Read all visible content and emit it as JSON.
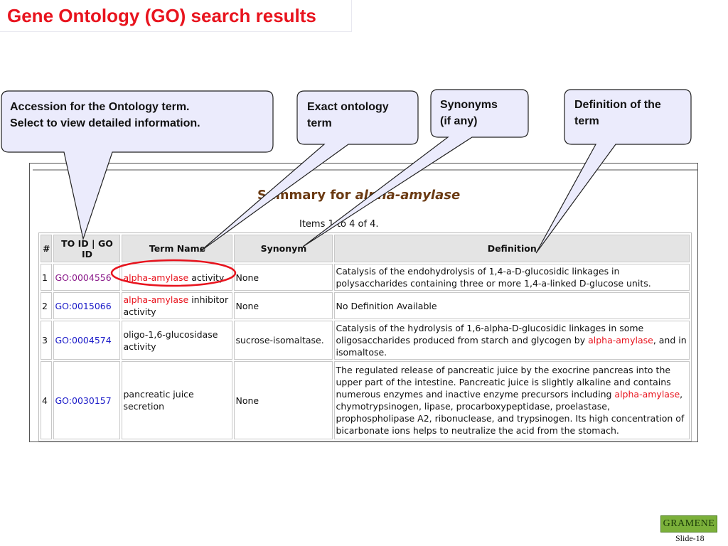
{
  "slide": {
    "title": "Gene Ontology (GO) search results",
    "slide_number": "Slide-18",
    "logo_text": "GRAMENE"
  },
  "summary": {
    "title_prefix": "Summary for ",
    "title_term": "alpha-amylase",
    "items_count": "Items 1 to 4 of 4."
  },
  "table": {
    "headers": [
      "#",
      "TO ID | GO ID",
      "Term Name",
      "Synonym",
      "Definition"
    ],
    "rows": [
      {
        "num": "1",
        "go_id": "GO:0004556",
        "term_hl": "alpha-amylase",
        "term_rest": " activity",
        "synonym": "None",
        "def_a": "Catalysis of the endohydrolysis of 1,4-a-D-glucosidic linkages in polysaccharides containing three or more 1,4-a-linked D-glucose units.",
        "def_hl": "",
        "def_b": ""
      },
      {
        "num": "2",
        "go_id": "GO:0015066",
        "term_hl": "alpha-amylase",
        "term_rest": " inhibitor activity",
        "synonym": "None",
        "def_a": "No Definition Available",
        "def_hl": "",
        "def_b": ""
      },
      {
        "num": "3",
        "go_id": "GO:0004574",
        "term_hl": "",
        "term_rest": "oligo-1,6-glucosidase activity",
        "synonym": "sucrose-isomaltase.",
        "def_a": "Catalysis of the hydrolysis of 1,6-alpha-D-glucosidic linkages in some oligosaccharides produced from starch and glycogen by ",
        "def_hl": "alpha-amylase",
        "def_b": ", and in isomaltose."
      },
      {
        "num": "4",
        "go_id": "GO:0030157",
        "term_hl": "",
        "term_rest": "pancreatic juice secretion",
        "synonym": "None",
        "def_a": "The regulated release of pancreatic juice by the exocrine pancreas into the upper part of the intestine. Pancreatic juice is slightly alkaline and contains numerous enzymes and inactive enzyme precursors including ",
        "def_hl": "alpha-amylase",
        "def_b": ", chymotrypsinogen, lipase, procarboxypeptidase, proelastase, prophospholipase A2, ribonuclease, and trypsinogen. Its high concentration of bicarbonate ions helps to neutralize the acid from the stomach."
      }
    ]
  },
  "callouts": {
    "accession_line1": "Accession for the Ontology term.",
    "accession_line2": "Select to view detailed information.",
    "term_line1": "Exact ontology",
    "term_line2": "term",
    "synonym_line1": "Synonyms",
    "synonym_line2": "(if any)",
    "definition_line1": "Definition of the",
    "definition_line2": "term"
  },
  "colors": {
    "title_red": "#e8141e",
    "callout_fill": "#ebebfc",
    "summary_brown": "#6b3a12",
    "link_blue": "#1a1ac8",
    "highlight_circle": "#e8141e"
  }
}
